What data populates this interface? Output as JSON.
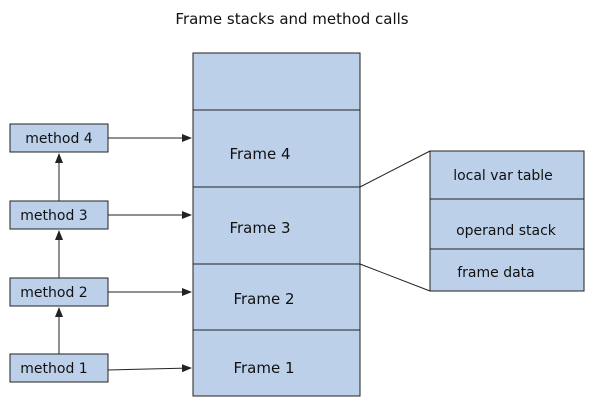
{
  "title": "Frame stacks and method calls",
  "colors": {
    "box_fill": "#bdd0ea",
    "stroke": "#222222",
    "background": "#ffffff"
  },
  "methods": [
    "method 4",
    "method 3",
    "method 2",
    "method 1"
  ],
  "frames": [
    "",
    "Frame 4",
    "Frame 3",
    "Frame 2",
    "Frame 1"
  ],
  "frame_details": [
    "local var table",
    "operand stack",
    "frame data"
  ]
}
